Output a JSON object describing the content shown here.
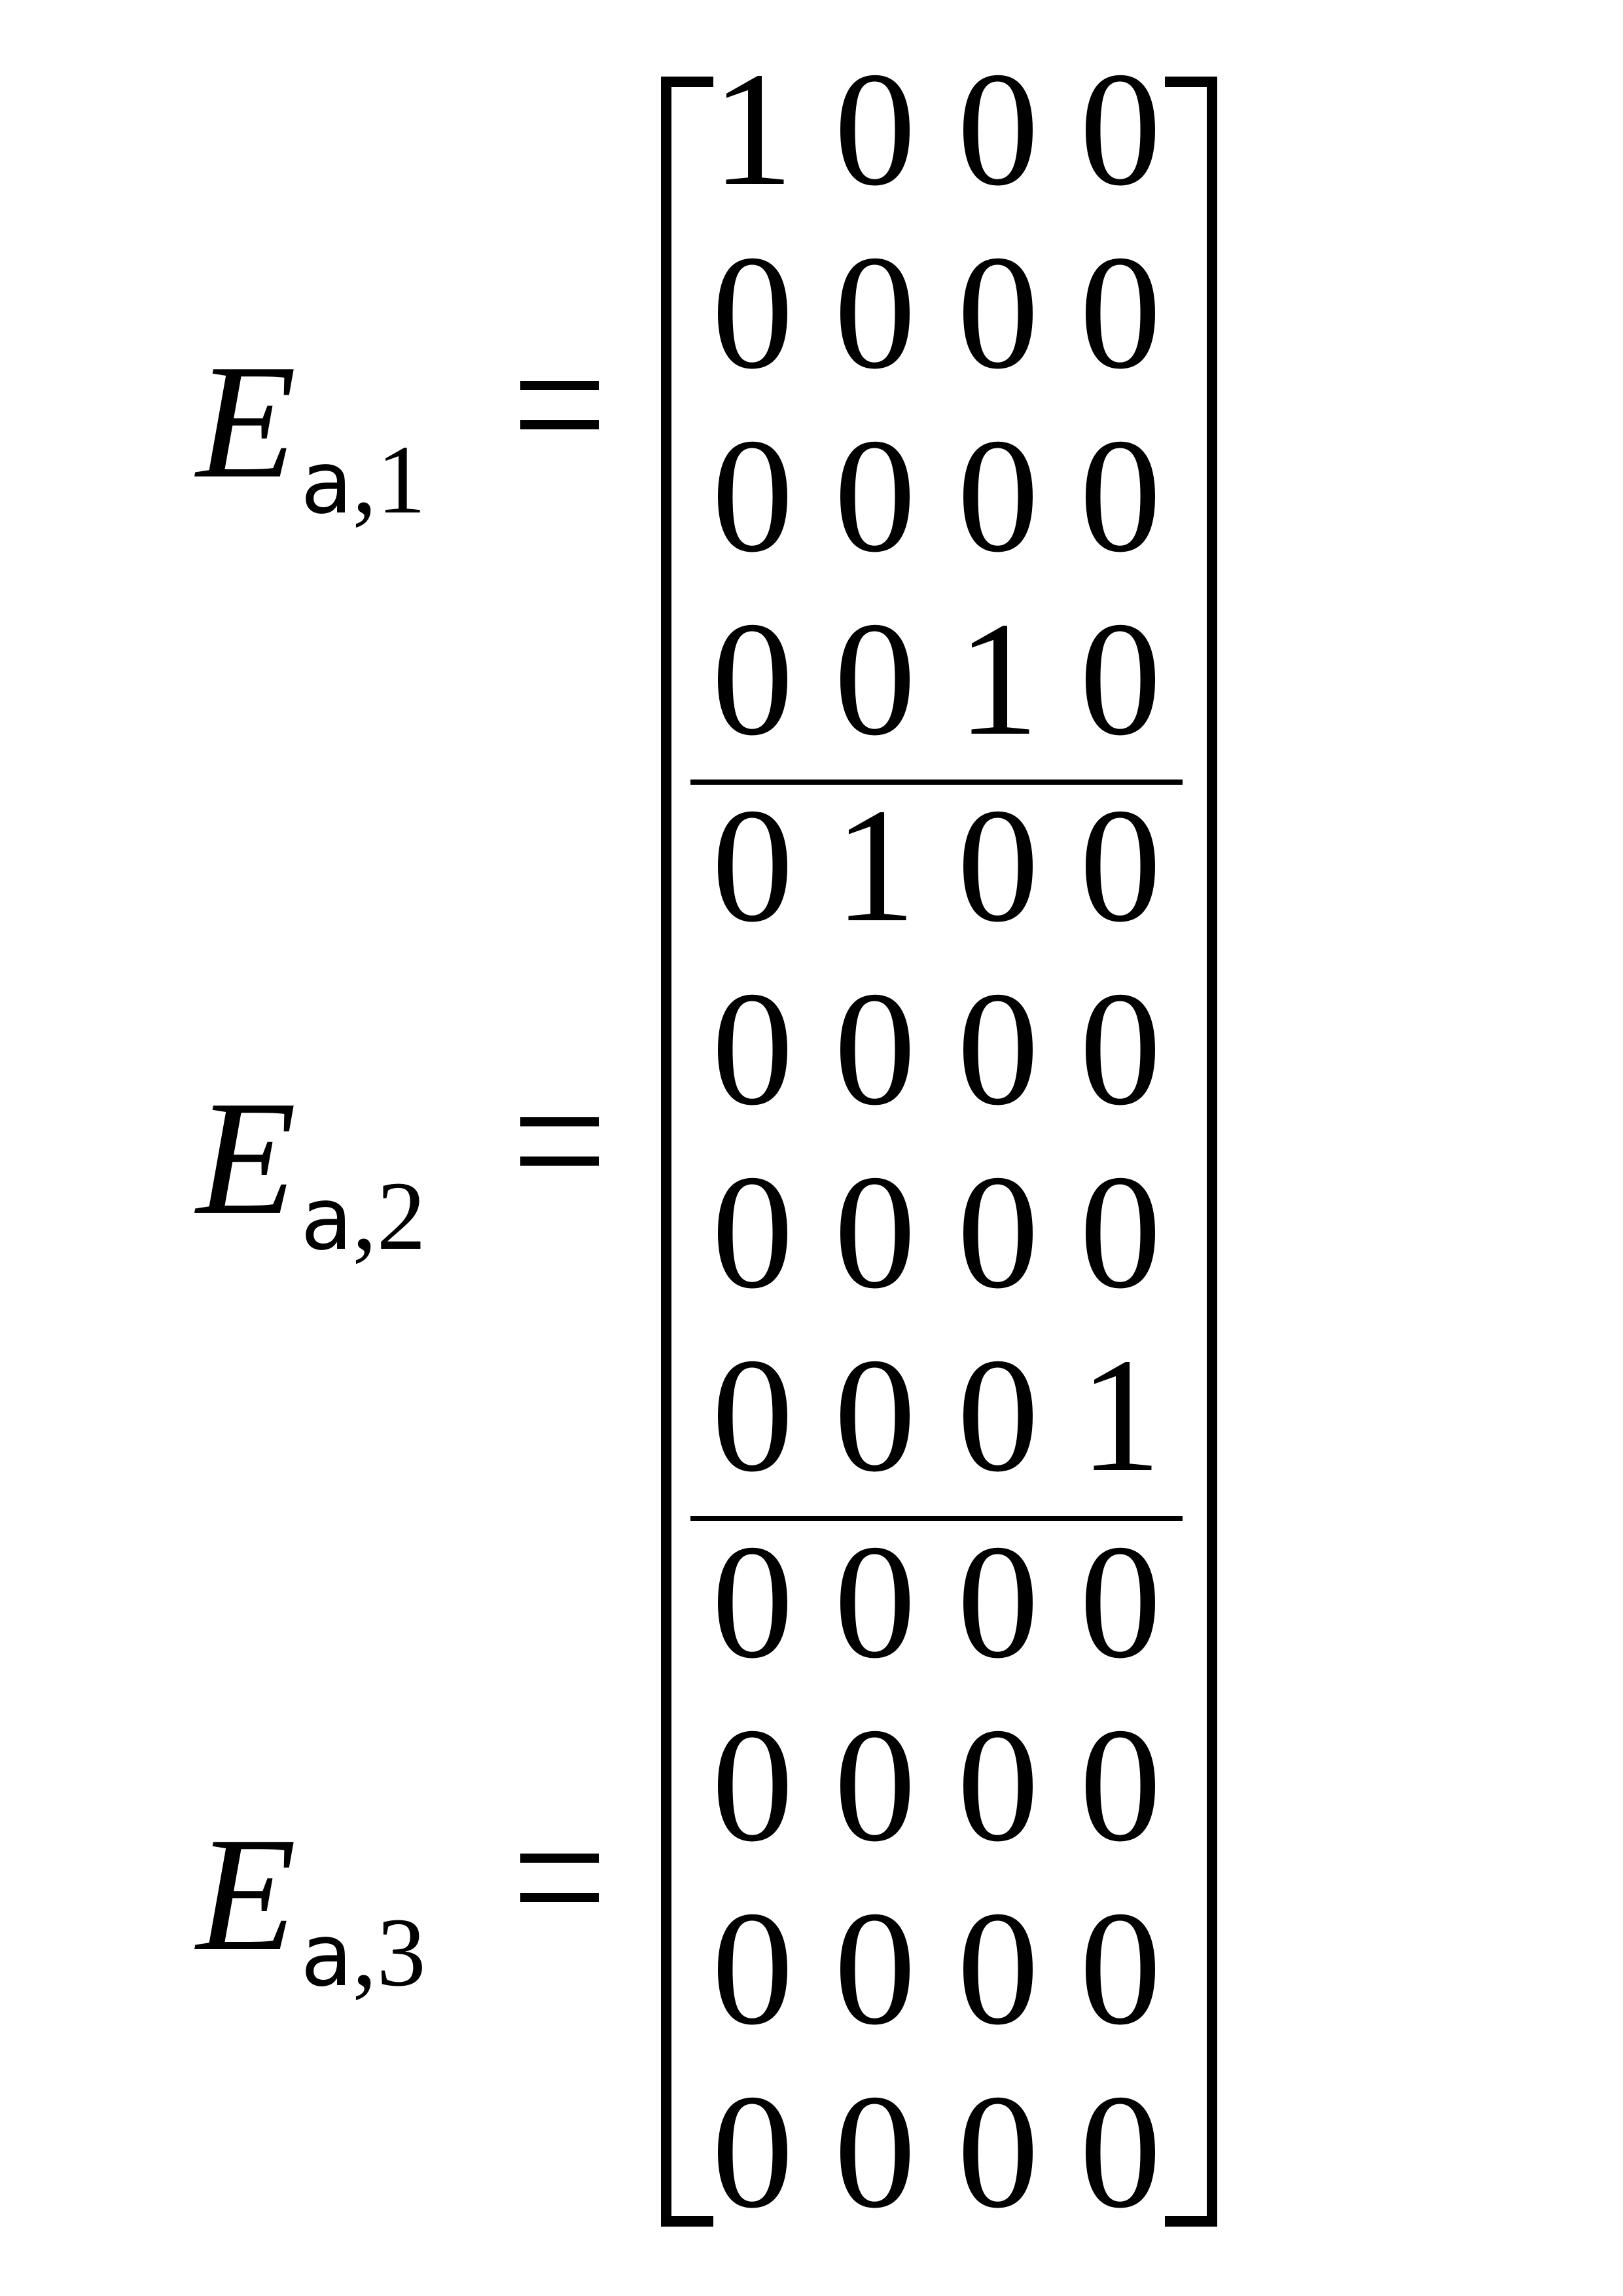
{
  "equation": {
    "labels": [
      {
        "symbol": "E",
        "sub_letter": "a",
        "sub_sep": ",",
        "sub_index": "1",
        "relation": "="
      },
      {
        "symbol": "E",
        "sub_letter": "a",
        "sub_sep": ",",
        "sub_index": "2",
        "relation": "="
      },
      {
        "symbol": "E",
        "sub_letter": "a",
        "sub_sep": ",",
        "sub_index": "3",
        "relation": "="
      }
    ],
    "matrix": {
      "blocks": [
        [
          [
            "1",
            "0",
            "0",
            "0"
          ],
          [
            "0",
            "0",
            "0",
            "0"
          ],
          [
            "0",
            "0",
            "0",
            "0"
          ],
          [
            "0",
            "0",
            "1",
            "0"
          ]
        ],
        [
          [
            "0",
            "1",
            "0",
            "0"
          ],
          [
            "0",
            "0",
            "0",
            "0"
          ],
          [
            "0",
            "0",
            "0",
            "0"
          ],
          [
            "0",
            "0",
            "0",
            "1"
          ]
        ],
        [
          [
            "0",
            "0",
            "0",
            "0"
          ],
          [
            "0",
            "0",
            "0",
            "0"
          ],
          [
            "0",
            "0",
            "0",
            "0"
          ],
          [
            "0",
            "0",
            "0",
            "0"
          ]
        ]
      ]
    }
  }
}
